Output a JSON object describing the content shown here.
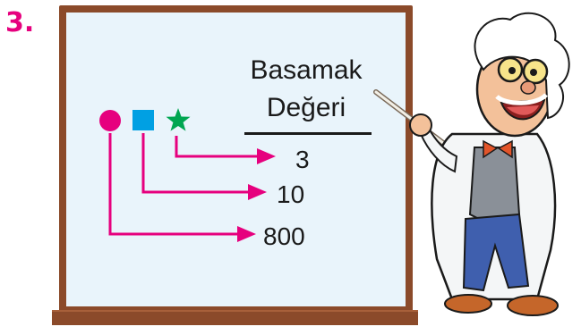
{
  "question_number": "3.",
  "board": {
    "title_line1": "Basamak",
    "title_line2": "Değeri",
    "values": [
      "3",
      "10",
      "800"
    ]
  },
  "symbols": [
    "circle",
    "square",
    "star"
  ],
  "colors": {
    "circle": "#e6007e",
    "square": "#00a0e3",
    "star": "#00a651",
    "arrow": "#e6007e",
    "board_frame": "#8b4a2a",
    "board_surface": "#e9f4fb"
  },
  "icons": [
    "professor-illustration-icon",
    "pointer-stick-icon"
  ]
}
